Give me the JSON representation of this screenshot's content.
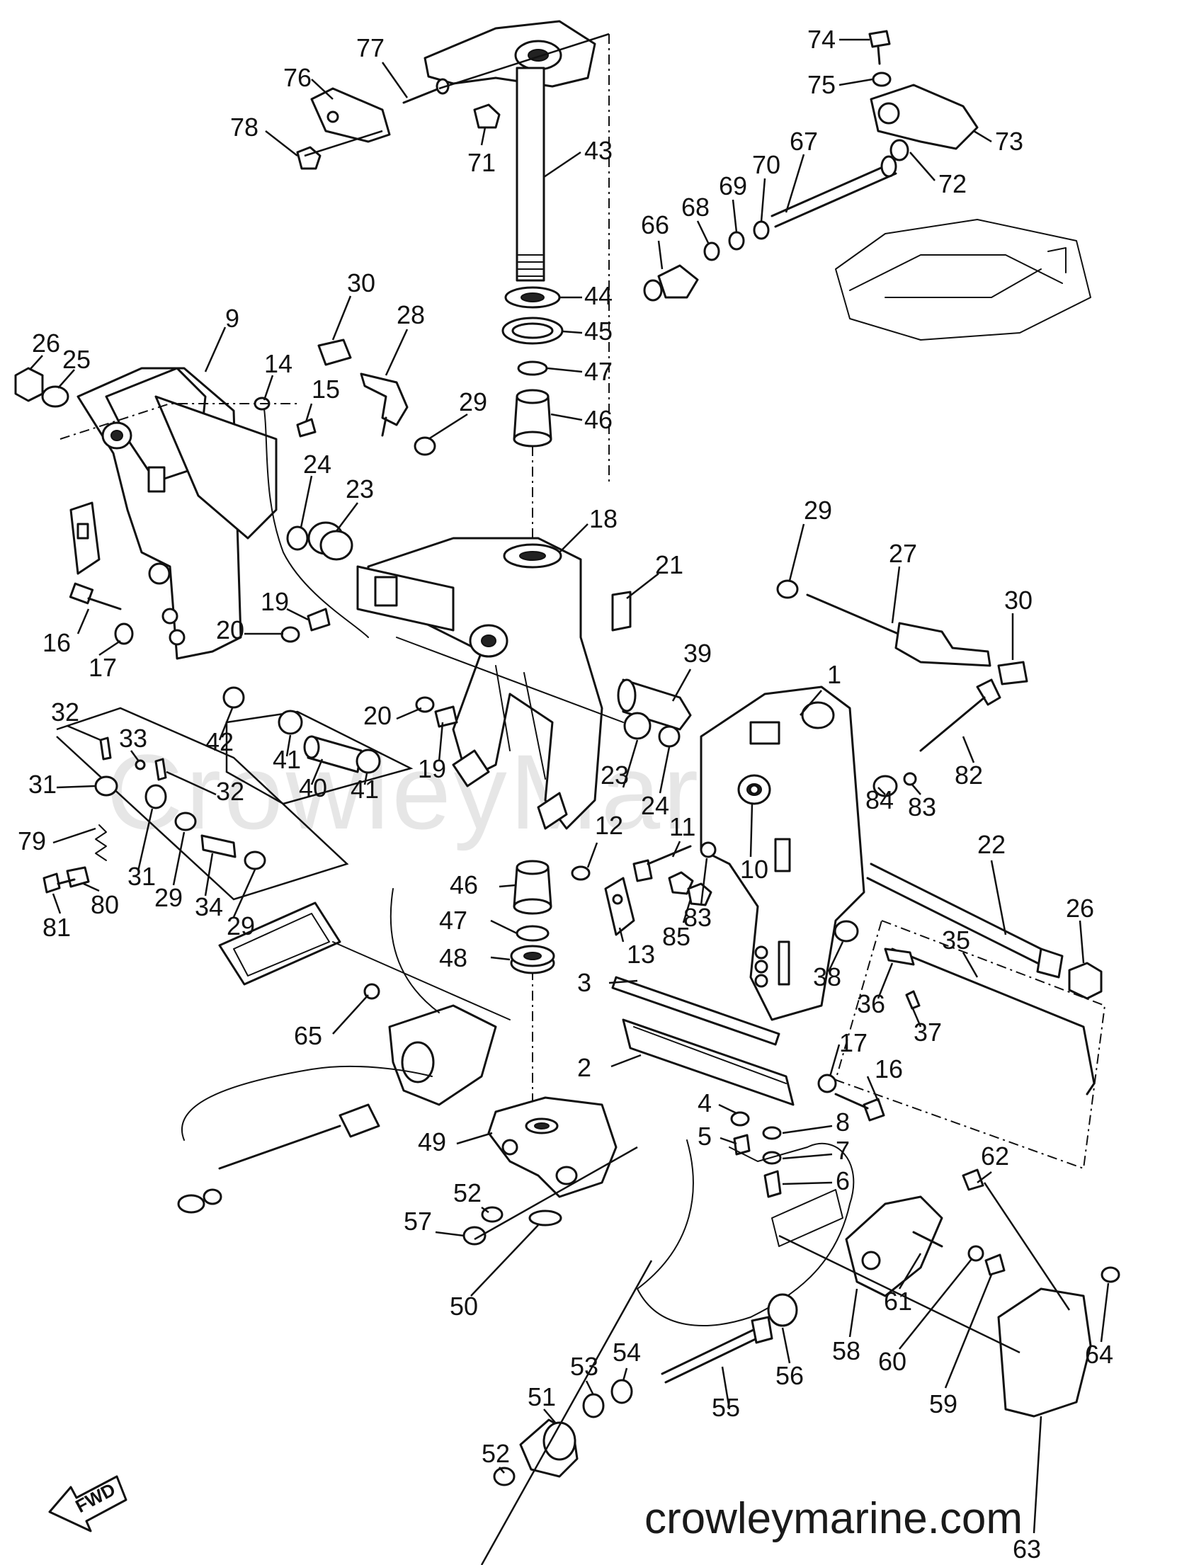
{
  "watermark": "CrowleyMarine",
  "site_footer": "crowleymarine.com",
  "fwd_arrow_label": "FWD",
  "callouts": [
    {
      "id": "c1",
      "label": "1"
    },
    {
      "id": "c2",
      "label": "2"
    },
    {
      "id": "c3",
      "label": "3"
    },
    {
      "id": "c4",
      "label": "4"
    },
    {
      "id": "c5",
      "label": "5"
    },
    {
      "id": "c6",
      "label": "6"
    },
    {
      "id": "c7",
      "label": "7"
    },
    {
      "id": "c8",
      "label": "8"
    },
    {
      "id": "c9",
      "label": "9"
    },
    {
      "id": "c10",
      "label": "10"
    },
    {
      "id": "c11",
      "label": "11"
    },
    {
      "id": "c12",
      "label": "12"
    },
    {
      "id": "c13",
      "label": "13"
    },
    {
      "id": "c14",
      "label": "14"
    },
    {
      "id": "c15",
      "label": "15"
    },
    {
      "id": "c16a",
      "label": "16"
    },
    {
      "id": "c16b",
      "label": "16"
    },
    {
      "id": "c17a",
      "label": "17"
    },
    {
      "id": "c17b",
      "label": "17"
    },
    {
      "id": "c18",
      "label": "18"
    },
    {
      "id": "c19a",
      "label": "19"
    },
    {
      "id": "c19b",
      "label": "19"
    },
    {
      "id": "c20a",
      "label": "20"
    },
    {
      "id": "c20b",
      "label": "20"
    },
    {
      "id": "c21",
      "label": "21"
    },
    {
      "id": "c22",
      "label": "22"
    },
    {
      "id": "c23a",
      "label": "23"
    },
    {
      "id": "c23b",
      "label": "23"
    },
    {
      "id": "c24a",
      "label": "24"
    },
    {
      "id": "c24b",
      "label": "24"
    },
    {
      "id": "c25",
      "label": "25"
    },
    {
      "id": "c26a",
      "label": "26"
    },
    {
      "id": "c26b",
      "label": "26"
    },
    {
      "id": "c27",
      "label": "27"
    },
    {
      "id": "c28",
      "label": "28"
    },
    {
      "id": "c29a",
      "label": "29"
    },
    {
      "id": "c29b",
      "label": "29"
    },
    {
      "id": "c29c",
      "label": "29"
    },
    {
      "id": "c29d",
      "label": "29"
    },
    {
      "id": "c30a",
      "label": "30"
    },
    {
      "id": "c30b",
      "label": "30"
    },
    {
      "id": "c31a",
      "label": "31"
    },
    {
      "id": "c31b",
      "label": "31"
    },
    {
      "id": "c32a",
      "label": "32"
    },
    {
      "id": "c32b",
      "label": "32"
    },
    {
      "id": "c33",
      "label": "33"
    },
    {
      "id": "c34",
      "label": "34"
    },
    {
      "id": "c35",
      "label": "35"
    },
    {
      "id": "c36",
      "label": "36"
    },
    {
      "id": "c37",
      "label": "37"
    },
    {
      "id": "c38",
      "label": "38"
    },
    {
      "id": "c39",
      "label": "39"
    },
    {
      "id": "c40",
      "label": "40"
    },
    {
      "id": "c41a",
      "label": "41"
    },
    {
      "id": "c41b",
      "label": "41"
    },
    {
      "id": "c42",
      "label": "42"
    },
    {
      "id": "c43",
      "label": "43"
    },
    {
      "id": "c44",
      "label": "44"
    },
    {
      "id": "c45",
      "label": "45"
    },
    {
      "id": "c46a",
      "label": "46"
    },
    {
      "id": "c46b",
      "label": "46"
    },
    {
      "id": "c47a",
      "label": "47"
    },
    {
      "id": "c47b",
      "label": "47"
    },
    {
      "id": "c48",
      "label": "48"
    },
    {
      "id": "c49",
      "label": "49"
    },
    {
      "id": "c50",
      "label": "50"
    },
    {
      "id": "c51",
      "label": "51"
    },
    {
      "id": "c52a",
      "label": "52"
    },
    {
      "id": "c52b",
      "label": "52"
    },
    {
      "id": "c53",
      "label": "53"
    },
    {
      "id": "c54",
      "label": "54"
    },
    {
      "id": "c55",
      "label": "55"
    },
    {
      "id": "c56",
      "label": "56"
    },
    {
      "id": "c57",
      "label": "57"
    },
    {
      "id": "c58",
      "label": "58"
    },
    {
      "id": "c59",
      "label": "59"
    },
    {
      "id": "c60",
      "label": "60"
    },
    {
      "id": "c61",
      "label": "61"
    },
    {
      "id": "c62",
      "label": "62"
    },
    {
      "id": "c63",
      "label": "63"
    },
    {
      "id": "c64",
      "label": "64"
    },
    {
      "id": "c65",
      "label": "65"
    },
    {
      "id": "c66",
      "label": "66"
    },
    {
      "id": "c67",
      "label": "67"
    },
    {
      "id": "c68",
      "label": "68"
    },
    {
      "id": "c69",
      "label": "69"
    },
    {
      "id": "c70",
      "label": "70"
    },
    {
      "id": "c71",
      "label": "71"
    },
    {
      "id": "c72",
      "label": "72"
    },
    {
      "id": "c73",
      "label": "73"
    },
    {
      "id": "c74",
      "label": "74"
    },
    {
      "id": "c75",
      "label": "75"
    },
    {
      "id": "c76",
      "label": "76"
    },
    {
      "id": "c77",
      "label": "77"
    },
    {
      "id": "c78",
      "label": "78"
    },
    {
      "id": "c79",
      "label": "79"
    },
    {
      "id": "c80",
      "label": "80"
    },
    {
      "id": "c81",
      "label": "81"
    },
    {
      "id": "c82",
      "label": "82"
    },
    {
      "id": "c83a",
      "label": "83"
    },
    {
      "id": "c83b",
      "label": "83"
    },
    {
      "id": "c84",
      "label": "84"
    },
    {
      "id": "c85",
      "label": "85"
    }
  ]
}
